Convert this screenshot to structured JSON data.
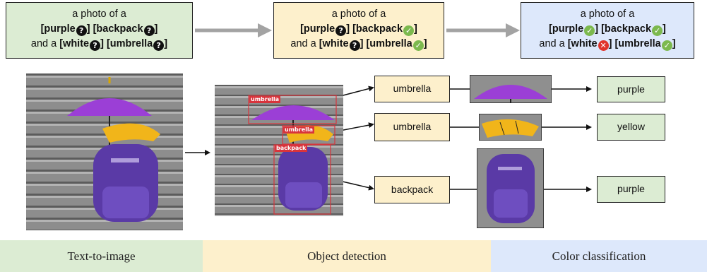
{
  "prompts": [
    {
      "line1": "a photo of a",
      "line2": [
        {
          "text": "[purple",
          "badge": "question"
        },
        {
          "text": "]",
          "badge": null
        },
        {
          "text": " [backpack",
          "badge": "question"
        },
        {
          "text": "]",
          "badge": null
        }
      ],
      "line3": [
        {
          "text": "and a ",
          "bold": false
        },
        {
          "text": "[white",
          "badge": "question"
        },
        {
          "text": "]",
          "badge": null
        },
        {
          "text": " [umbrella",
          "badge": "question"
        },
        {
          "text": "]",
          "badge": null
        }
      ]
    },
    {
      "line1": "a photo of a",
      "line2": [
        {
          "text": "[purple",
          "badge": "question"
        },
        {
          "text": "]",
          "badge": null
        },
        {
          "text": " [backpack",
          "badge": "check"
        },
        {
          "text": "]",
          "badge": null
        }
      ],
      "line3": [
        {
          "text": "and a ",
          "bold": false
        },
        {
          "text": "[white",
          "badge": "question"
        },
        {
          "text": "]",
          "badge": null
        },
        {
          "text": " [umbrella",
          "badge": "check"
        },
        {
          "text": "]",
          "badge": null
        }
      ]
    },
    {
      "line1": "a photo of a",
      "line2": [
        {
          "text": "[purple",
          "badge": "check"
        },
        {
          "text": "]",
          "badge": null
        },
        {
          "text": " [backpack",
          "badge": "check"
        },
        {
          "text": "]",
          "badge": null
        }
      ],
      "line3": [
        {
          "text": "and a ",
          "bold": false
        },
        {
          "text": "[white",
          "badge": "cross"
        },
        {
          "text": "]",
          "badge": null
        },
        {
          "text": " [umbrella",
          "badge": "check"
        },
        {
          "text": "]",
          "badge": null
        }
      ]
    }
  ],
  "detections": {
    "tags": [
      "umbrella",
      "umbrella",
      "backpack"
    ]
  },
  "objects": [
    {
      "label": "umbrella",
      "color": "purple"
    },
    {
      "label": "umbrella",
      "color": "yellow"
    },
    {
      "label": "backpack",
      "color": "purple"
    }
  ],
  "stages": {
    "text_to_image": "Text-to-image",
    "object_detection": "Object detection",
    "color_classification": "Color classification"
  },
  "colors": {
    "stage1_bg": "#dcecd3",
    "stage2_bg": "#fdf0cc",
    "stage3_bg": "#dde8fb",
    "check": "#7cb94e",
    "cross": "#e0342b",
    "arrow_gray": "#a3a3a3",
    "detection_red": "#d8343c"
  }
}
